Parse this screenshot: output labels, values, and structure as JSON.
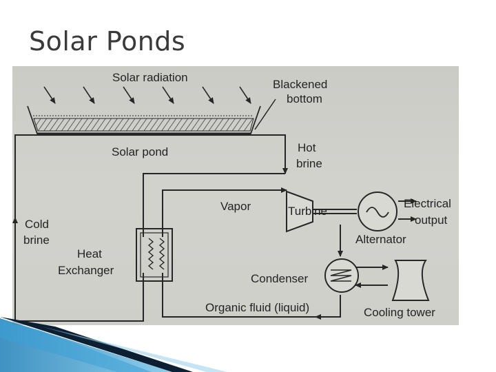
{
  "slide": {
    "title": "Solar Ponds"
  },
  "diagram": {
    "labels": {
      "solar_radiation": "Solar radiation",
      "blackened": "Blackened",
      "bottom": "bottom",
      "solar_pond": "Solar pond",
      "hot": "Hot",
      "brine_hot": "brine",
      "vapor": "Vapor",
      "turbine": "Turbine",
      "electrical": "Electrical",
      "output": "output",
      "alternator": "Alternator",
      "cold": "Cold",
      "brine_cold": "brine",
      "heat": "Heat",
      "exchanger": "Exchanger",
      "condenser": "Condenser",
      "organic_fluid": "Organic fluid (liquid)",
      "cooling_tower": "Cooling tower"
    }
  },
  "colors": {
    "slide_background": "#ffffff",
    "photo_paper": "#cfcfca",
    "line_ink": "#262626",
    "accent_blue": "#1e7fb8",
    "accent_dark": "#0d1f33"
  }
}
